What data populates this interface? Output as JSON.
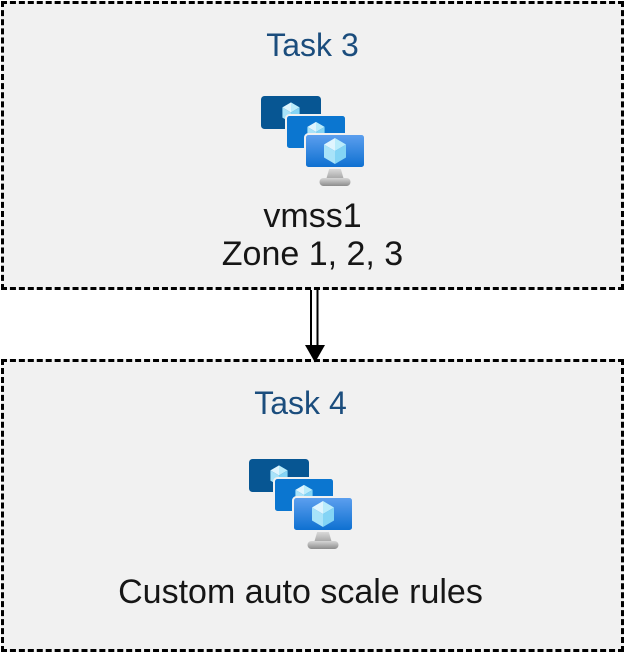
{
  "diagram": {
    "background": "#ffffff",
    "box_fill": "#f1f1f1",
    "box_border_color": "#000000",
    "title_color": "#1b4d7d",
    "text_color": "#161616",
    "tasks": [
      {
        "title": "Task 3",
        "icon": "vm-scale-sets-icon",
        "caption_lines": [
          "vmss1",
          "Zone 1, 2, 3"
        ]
      },
      {
        "title": "Task 4",
        "icon": "vm-scale-sets-icon",
        "caption_lines": [
          "Custom auto scale rules"
        ]
      }
    ],
    "connector": {
      "shape": "double-line-arrow",
      "direction": "down",
      "color": "#000000"
    },
    "icon_colors": {
      "monitor_back": "#075693",
      "monitor_middle": "#0b76d0",
      "monitor_front_top": "#5ea0ef",
      "monitor_front_bottom": "#0c6fd0",
      "cube_top_light": "#dff5fe",
      "cube_top_dark": "#b9ecfb",
      "cube_left": "#a8e3f9",
      "cube_right": "#83d4f5",
      "stand_light": "#e9e9e9",
      "stand_dark": "#8c8c8c"
    }
  }
}
